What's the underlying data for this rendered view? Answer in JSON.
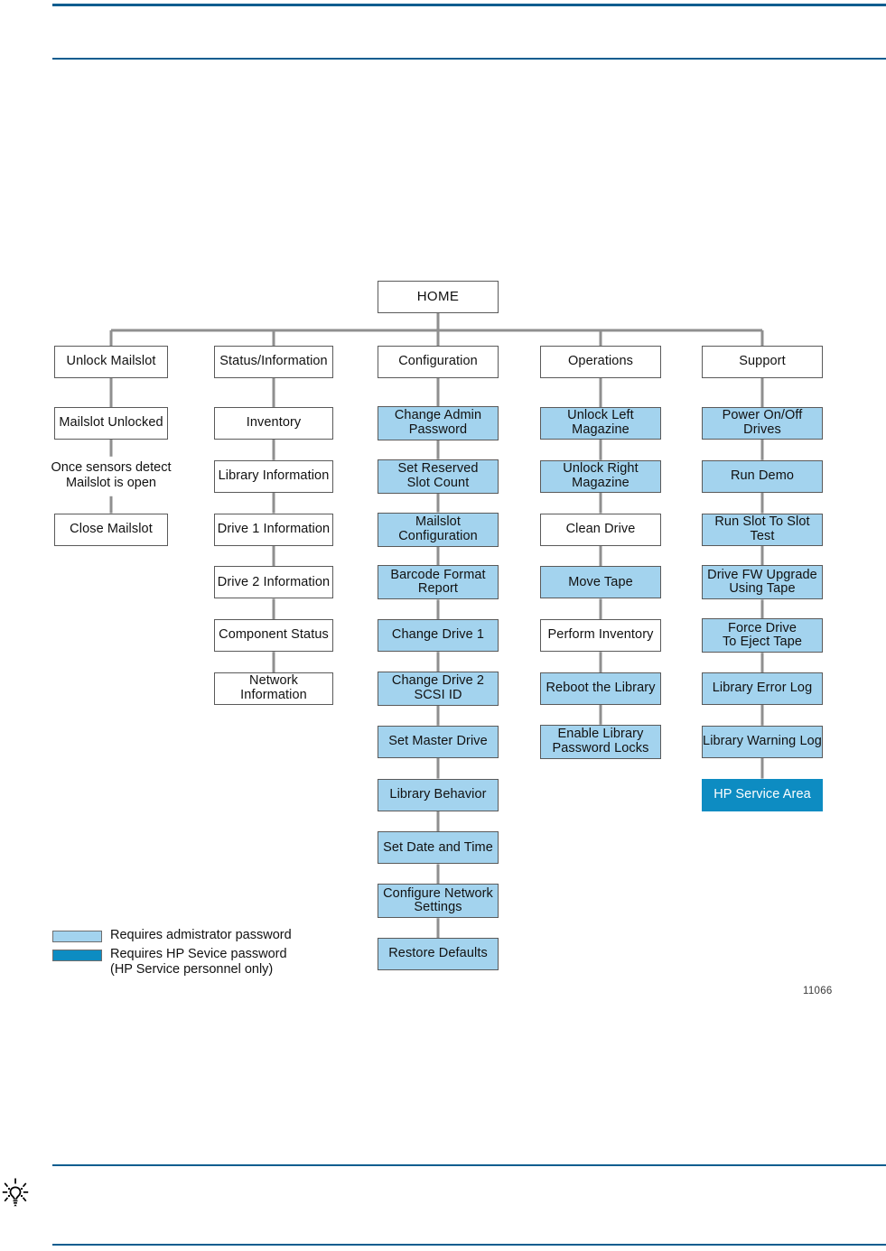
{
  "page": {
    "figure_id": "11066",
    "tip_icon": "lightbulb-tip-icon"
  },
  "colors": {
    "admin_fill": "#a3d3ee",
    "service_fill": "#0d8cc2",
    "node_border": "#5a5a5a",
    "connector": "#8f8f8f",
    "rule": "#0a5d8f"
  },
  "diagram": {
    "type": "tree",
    "root": {
      "label": "HOME",
      "access": "none"
    },
    "columns": [
      {
        "name": "unlock-mailslot",
        "header": "Unlock Mailslot",
        "header_access": "none",
        "items": [
          {
            "label": "Mailslot Unlocked",
            "access": "none",
            "kind": "node"
          },
          {
            "label": "Once sensors detect\nMailslot is open",
            "access": "none",
            "kind": "caption"
          },
          {
            "label": "Close Mailslot",
            "access": "none",
            "kind": "node"
          }
        ]
      },
      {
        "name": "status-information",
        "header": "Status/Information",
        "header_access": "none",
        "items": [
          {
            "label": "Inventory",
            "access": "none",
            "kind": "node"
          },
          {
            "label": "Library Information",
            "access": "none",
            "kind": "node"
          },
          {
            "label": "Drive 1 Information",
            "access": "none",
            "kind": "node"
          },
          {
            "label": "Drive 2 Information",
            "access": "none",
            "kind": "node"
          },
          {
            "label": "Component Status",
            "access": "none",
            "kind": "node"
          },
          {
            "label": "Network Information",
            "access": "none",
            "kind": "node"
          }
        ]
      },
      {
        "name": "configuration",
        "header": "Configuration",
        "header_access": "none",
        "items": [
          {
            "label": "Change Admin\nPassword",
            "access": "admin",
            "kind": "node"
          },
          {
            "label": "Set Reserved\nSlot Count",
            "access": "admin",
            "kind": "node"
          },
          {
            "label": "Mailslot\nConfiguration",
            "access": "admin",
            "kind": "node"
          },
          {
            "label": "Barcode Format\nReport",
            "access": "admin",
            "kind": "node"
          },
          {
            "label": "Change Drive 1",
            "access": "admin",
            "kind": "node"
          },
          {
            "label": "Change Drive 2\nSCSI ID",
            "access": "admin",
            "kind": "node"
          },
          {
            "label": "Set Master Drive",
            "access": "admin",
            "kind": "node"
          },
          {
            "label": "Library Behavior",
            "access": "admin",
            "kind": "node"
          },
          {
            "label": "Set  Date and Time",
            "access": "admin",
            "kind": "node"
          },
          {
            "label": "Configure Network\nSettings",
            "access": "admin",
            "kind": "node"
          },
          {
            "label": "Restore Defaults",
            "access": "admin",
            "kind": "node"
          }
        ]
      },
      {
        "name": "operations",
        "header": "Operations",
        "header_access": "none",
        "items": [
          {
            "label": "Unlock Left Magazine",
            "access": "admin",
            "kind": "node"
          },
          {
            "label": "Unlock Right Magazine",
            "access": "admin",
            "kind": "node"
          },
          {
            "label": "Clean Drive",
            "access": "none",
            "kind": "node"
          },
          {
            "label": "Move Tape",
            "access": "admin",
            "kind": "node"
          },
          {
            "label": "Perform Inventory",
            "access": "none",
            "kind": "node"
          },
          {
            "label": "Reboot the Library",
            "access": "admin",
            "kind": "node"
          },
          {
            "label": "Enable Library\nPassword Locks",
            "access": "admin",
            "kind": "node"
          }
        ]
      },
      {
        "name": "support",
        "header": "Support",
        "header_access": "none",
        "items": [
          {
            "label": "Power On/Off Drives",
            "access": "admin",
            "kind": "node"
          },
          {
            "label": "Run Demo",
            "access": "admin",
            "kind": "node"
          },
          {
            "label": "Run Slot To Slot Test",
            "access": "admin",
            "kind": "node"
          },
          {
            "label": "Drive FW Upgrade\nUsing Tape",
            "access": "admin",
            "kind": "node"
          },
          {
            "label": "Force Drive\nTo Eject Tape",
            "access": "admin",
            "kind": "node"
          },
          {
            "label": "Library Error Log",
            "access": "admin",
            "kind": "node"
          },
          {
            "label": "Library Warning Log",
            "access": "admin",
            "kind": "node"
          },
          {
            "label": "HP Service Area",
            "access": "service",
            "kind": "node"
          }
        ]
      }
    ]
  },
  "legend": {
    "items": [
      {
        "swatch": "admin",
        "text": "Requires admistrator password"
      },
      {
        "swatch": "service",
        "text": "Requires HP Sevice password\n(HP Service personnel only)"
      }
    ]
  }
}
